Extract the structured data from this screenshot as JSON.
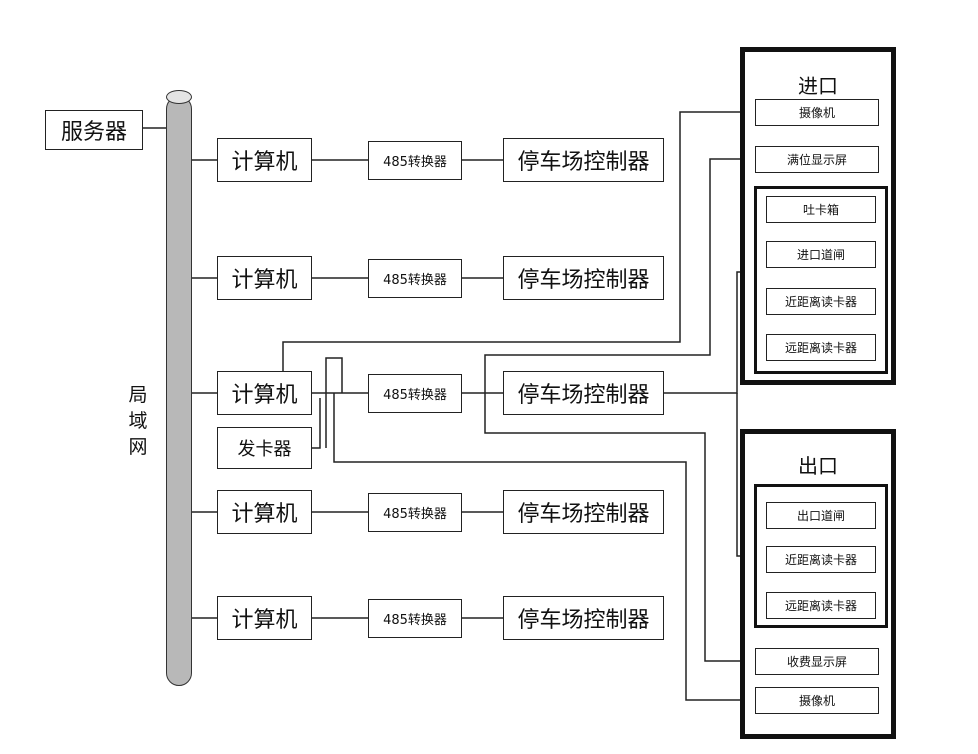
{
  "server": "服务器",
  "lan": [
    "局",
    "域",
    "网"
  ],
  "rows": [
    {
      "computer": "计算机",
      "converter": "485转换器",
      "controller": "停车场控制器"
    },
    {
      "computer": "计算机",
      "converter": "485转换器",
      "controller": "停车场控制器"
    },
    {
      "computer": "计算机",
      "converter": "485转换器",
      "controller": "停车场控制器"
    },
    {
      "computer": "计算机",
      "converter": "485转换器",
      "controller": "停车场控制器"
    },
    {
      "computer": "计算机",
      "converter": "485转换器",
      "controller": "停车场控制器"
    }
  ],
  "card_issuer": "发卡器",
  "entrance": {
    "title": "进口",
    "camera": "摄像机",
    "display": "满位显示屏",
    "inner": [
      "吐卡箱",
      "进口道闸",
      "近距离读卡器",
      "远距离读卡器"
    ]
  },
  "exit": {
    "title": "出口",
    "inner": [
      "出口道闸",
      "近距离读卡器",
      "远距离读卡器"
    ],
    "display": "收费显示屏",
    "camera": "摄像机"
  }
}
